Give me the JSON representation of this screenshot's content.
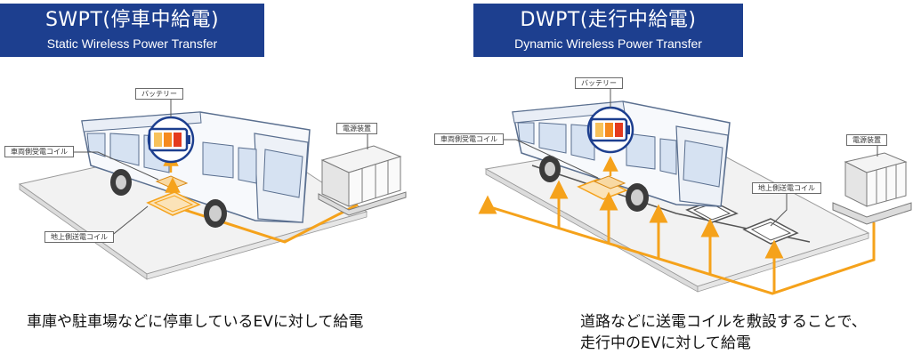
{
  "left": {
    "title": "SWPT(停車中給電)",
    "subtitle": "Static Wireless Power Transfer",
    "labels": {
      "battery": "バッテリー",
      "power_unit": "電源装置",
      "vehicle_coil": "車両側受電コイル",
      "ground_coil": "地上側送電コイル"
    },
    "caption": "車庫や駐車場などに停車しているEVに対して給電"
  },
  "right": {
    "title": "DWPT(走行中給電)",
    "subtitle": "Dynamic Wireless Power Transfer",
    "labels": {
      "battery": "バッテリー",
      "power_unit": "電源装置",
      "vehicle_coil": "車両側受電コイル",
      "ground_coil": "地上側送電コイル"
    },
    "caption_line1": "道路などに送電コイルを敷設することで、",
    "caption_line2": "走行中のEVに対して給電"
  },
  "colors": {
    "banner": "#1d3f8f",
    "power_line": "#f5a21b",
    "battery_cells": [
      "#f8c25a",
      "#f58a1f",
      "#e43a1e"
    ]
  }
}
